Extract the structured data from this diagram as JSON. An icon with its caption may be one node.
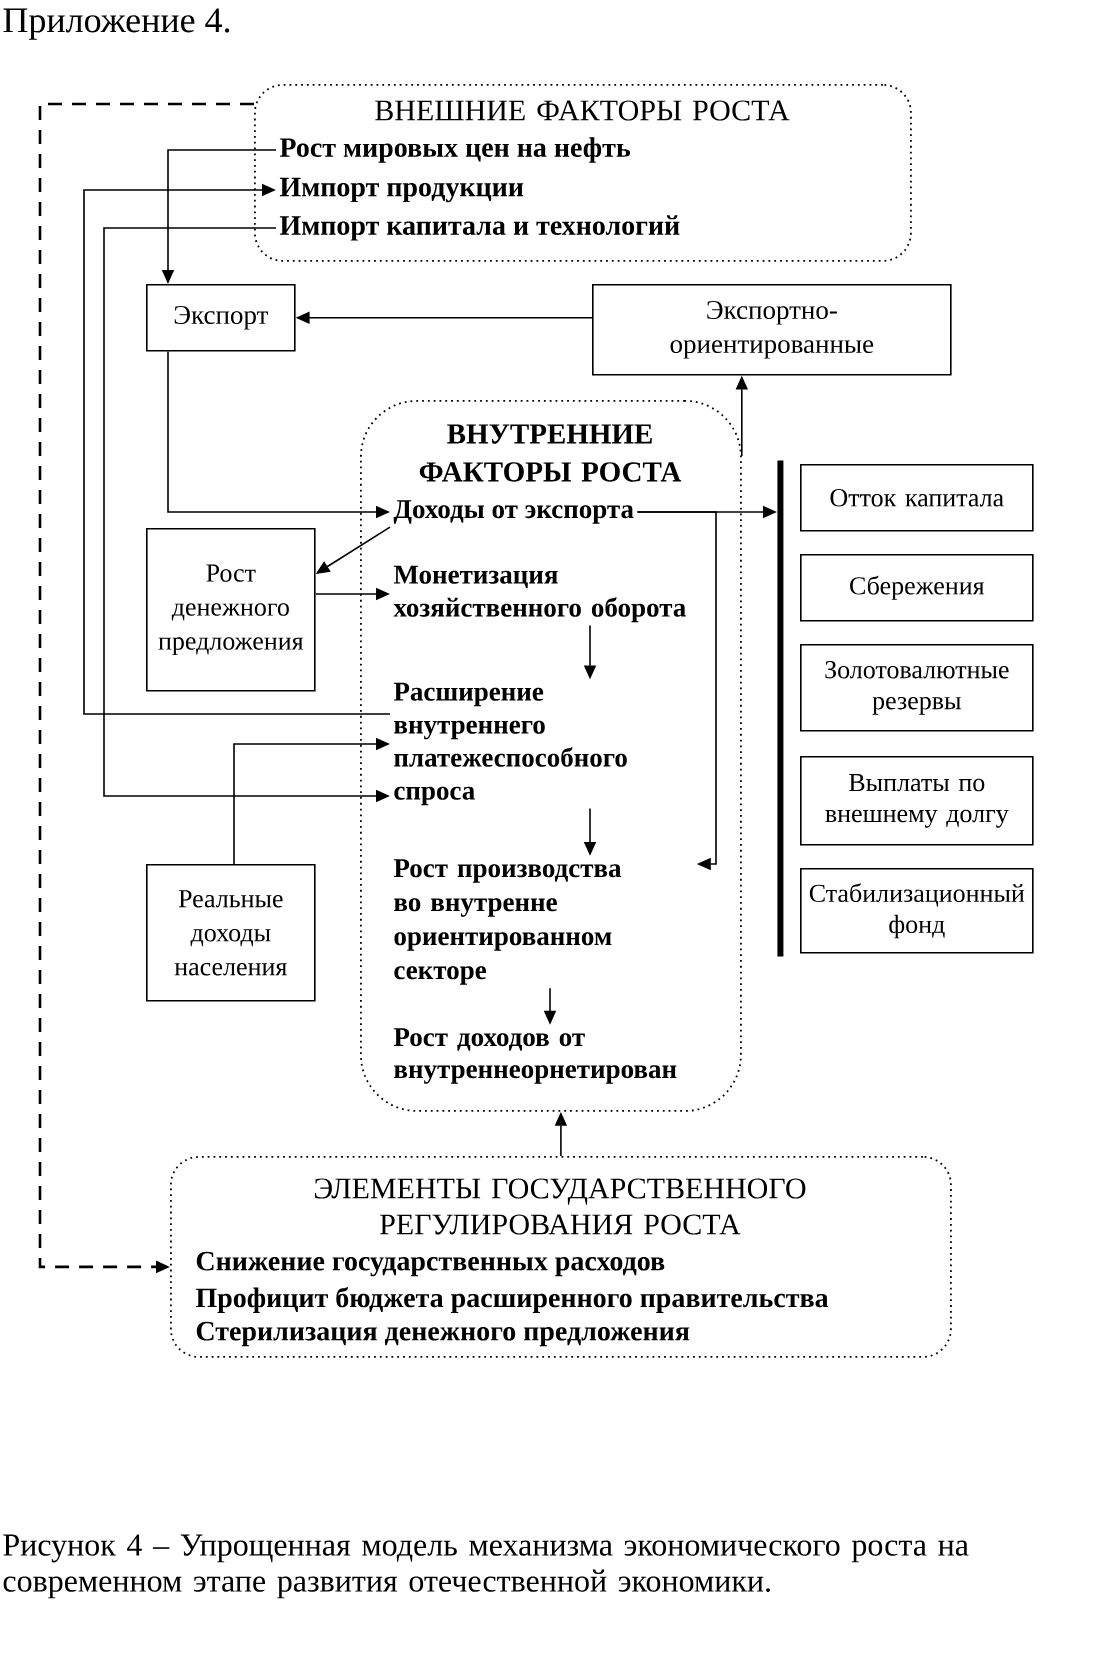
{
  "diagram": {
    "title": "Приложение 4.",
    "caption": "Рисунок 4 – Упрощенная модель механизма экономического роста на современном этапе развития отечественной экономики.",
    "nodes": [
      {
        "text": [
          "ВНЕШНИЕ ФАКТОРЫ РОСТА"
        ]
      },
      {
        "text": [
          "Рост мировых цен на нефть"
        ],
        "in": 0
      },
      {
        "text": [
          "Импорт продукции"
        ],
        "in": 0
      },
      {
        "text": [
          "Импорт капитала и технологий"
        ],
        "in": 0
      },
      {
        "text": [
          "Экспорт"
        ]
      },
      {
        "text": [
          "Экспортно-ориентированные"
        ]
      },
      {
        "text": [
          "ВНУТРЕННИЕ ФАКТОРЫ РОСТА"
        ]
      },
      {
        "text": [
          "Доходы от экспорта"
        ],
        "in": 6
      },
      {
        "text": [
          "Рост денежного предложения"
        ]
      },
      {
        "text": [
          "Монетизация хозяйственного оборота"
        ],
        "in": 6
      },
      {
        "text": [
          "Расширение внутреннего платежеспособного спроса"
        ],
        "in": 6
      },
      {
        "text": [
          "Реальные доходы населения"
        ]
      },
      {
        "text": [
          "Рост производства во внутренне ориентированном секторе"
        ],
        "in": 6
      },
      {
        "text": [
          "Рост доходов от внутреннеорнетирован"
        ],
        "in": 6
      },
      {
        "text": [],
        "shape": "bar"
      },
      {
        "text": [
          "Отток капитала"
        ]
      },
      {
        "text": [
          "Сбережения"
        ]
      },
      {
        "text": [
          "Золотовалютные резервы"
        ]
      },
      {
        "text": [
          "Выплаты по внешнему долгу"
        ]
      },
      {
        "text": [
          "Стабилизационный фонд"
        ]
      },
      {
        "text": [
          "ЭЛЕМЕНТЫ ГОСУДАРСТВЕННОГО РЕГУЛИРОВАНИЯ РОСТА"
        ]
      },
      {
        "text": [
          "Снижение государственных расходов"
        ],
        "in": 20
      },
      {
        "text": [
          "Профицит бюджета расширенного правительства"
        ],
        "in": 20
      },
      {
        "text": [
          "Стерилизация денежного предложения"
        ],
        "in": 20
      }
    ],
    "edges": [
      {
        "from": 0,
        "to": 20,
        "arrow": "to",
        "style": "dashed"
      },
      {
        "from": 1,
        "to": 4,
        "arrow": "to"
      },
      {
        "from": 10,
        "to": 2,
        "arrow": "to"
      },
      {
        "from": 3,
        "to": 10,
        "arrow": "to"
      },
      {
        "from": 5,
        "to": 4,
        "arrow": "to"
      },
      {
        "from": 6,
        "to": 5,
        "arrow": "to"
      },
      {
        "from": 4,
        "to": 7,
        "arrow": "to"
      },
      {
        "from": 7,
        "to": 8,
        "arrow": "to"
      },
      {
        "from": 8,
        "to": 9,
        "arrow": "to"
      },
      {
        "from": 9,
        "to": 10,
        "arrow": "to"
      },
      {
        "from": 10,
        "to": 12,
        "arrow": "to"
      },
      {
        "from": 12,
        "to": 13,
        "arrow": "to"
      },
      {
        "from": 11,
        "to": 10,
        "arrow": "to"
      },
      {
        "from": 7,
        "to": 14,
        "arrow": "to"
      },
      {
        "from": 7,
        "to": 12,
        "arrow": "to"
      },
      {
        "from": 20,
        "to": 6,
        "arrow": "to"
      }
    ]
  }
}
